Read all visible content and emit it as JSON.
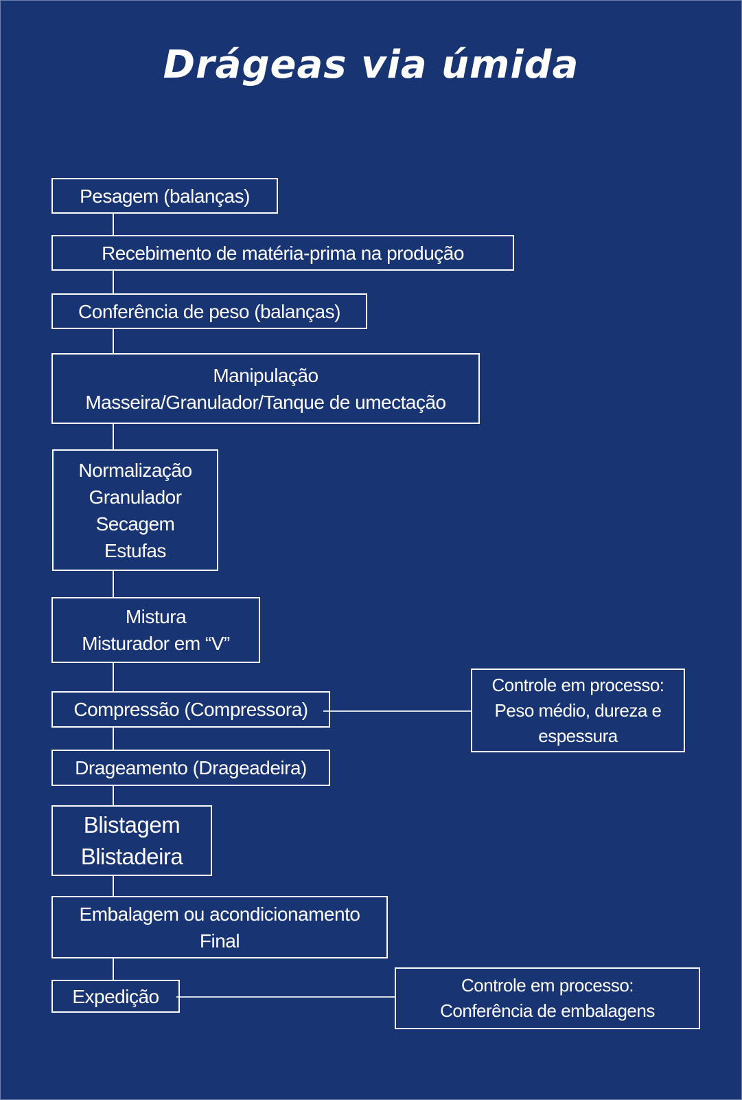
{
  "title": "Drágeas via úmida",
  "steps": [
    {
      "lines": [
        "Pesagem (balanças)"
      ]
    },
    {
      "lines": [
        "Recebimento de matéria-prima na produção"
      ]
    },
    {
      "lines": [
        "Conferência de peso (balanças)"
      ]
    },
    {
      "lines": [
        "Manipulação",
        "Masseira/Granulador/Tanque de umectação"
      ]
    },
    {
      "lines": [
        "Normalização",
        "Granulador",
        "Secagem",
        "Estufas"
      ]
    },
    {
      "lines": [
        "Mistura",
        "Misturador em “V”"
      ]
    },
    {
      "lines": [
        "Compressão (Compressora)"
      ]
    },
    {
      "lines": [
        "Drageamento (Drageadeira)"
      ]
    },
    {
      "lines": [
        "Blistagem",
        "Blistadeira"
      ]
    },
    {
      "lines": [
        "Embalagem ou acondicionamento",
        "Final"
      ]
    },
    {
      "lines": [
        "Expedição"
      ]
    }
  ],
  "controls": [
    {
      "attached_to_step": "Compressão (Compressora)",
      "lines": [
        "Controle em processo:",
        "Peso médio, dureza e",
        "espessura"
      ]
    },
    {
      "attached_to_step": "Expedição",
      "lines": [
        "Controle em processo:",
        "Conferência de embalagens"
      ]
    }
  ],
  "colors": {
    "background": "#193473",
    "foreground": "#ffffff"
  }
}
